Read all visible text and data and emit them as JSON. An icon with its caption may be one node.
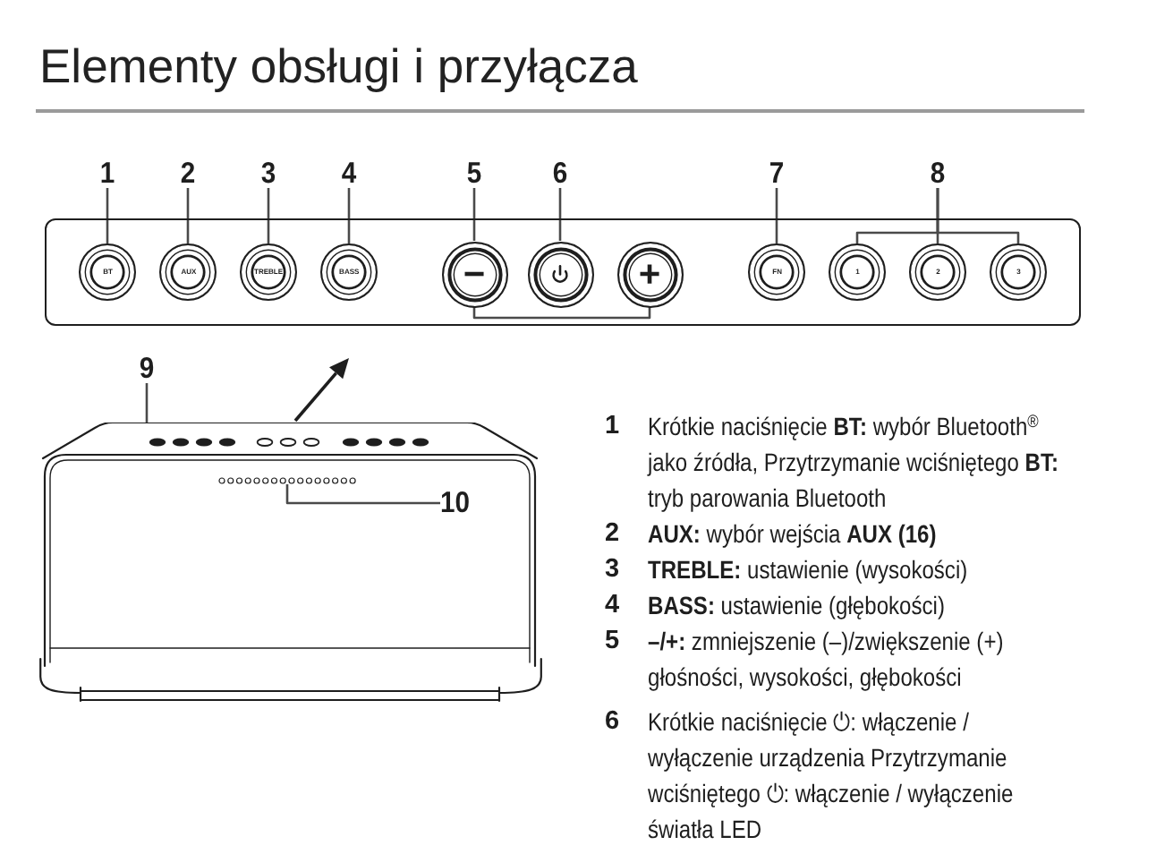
{
  "diagram": {
    "title": "Elementy obsługi i przyłącza",
    "nodes": [
      {
        "text": [
          "1"
        ]
      },
      {
        "text": [
          "2"
        ]
      },
      {
        "text": [
          "3"
        ]
      },
      {
        "text": [
          "4"
        ]
      },
      {
        "text": [
          "5"
        ]
      },
      {
        "text": [
          "6"
        ]
      },
      {
        "text": [
          "7"
        ]
      },
      {
        "text": [
          "8"
        ]
      },
      {
        "text": [
          "BT"
        ]
      },
      {
        "text": [
          "AUX"
        ]
      },
      {
        "text": [
          "TREBLE"
        ]
      },
      {
        "text": [
          "BASS"
        ]
      },
      {
        "text": [
          "−"
        ]
      },
      {
        "text": [],
        "shape": "circle"
      },
      {
        "text": [
          "+"
        ]
      },
      {
        "text": [
          "FN"
        ]
      },
      {
        "text": [
          "1"
        ]
      },
      {
        "text": [
          "2"
        ]
      },
      {
        "text": [
          "3"
        ]
      },
      {
        "text": [
          "9"
        ]
      },
      {
        "text": [],
        "shape": "picture"
      },
      {
        "text": [],
        "shape": "bar",
        "in": 20
      },
      {
        "text": [
          "10"
        ],
        "in": 20
      }
    ],
    "edges": [
      {
        "from": 0,
        "to": 8,
        "arrow": "none"
      },
      {
        "from": 1,
        "to": 9,
        "arrow": "none"
      },
      {
        "from": 2,
        "to": 10,
        "arrow": "none"
      },
      {
        "from": 3,
        "to": 11,
        "arrow": "none"
      },
      {
        "from": 4,
        "to": 12,
        "arrow": "none"
      },
      {
        "from": 5,
        "to": 13,
        "arrow": "none"
      },
      {
        "from": 12,
        "to": 14,
        "arrow": "none"
      },
      {
        "from": 6,
        "to": 15,
        "arrow": "none"
      },
      {
        "from": 7,
        "to": 16,
        "arrow": "none"
      },
      {
        "from": 7,
        "to": 17,
        "arrow": "none"
      },
      {
        "from": 7,
        "to": 18,
        "arrow": "none"
      },
      {
        "from": 19,
        "to": 20,
        "arrow": "none"
      },
      {
        "from": 22,
        "to": 21,
        "arrow": "none"
      }
    ],
    "labels": [
      "1",
      "Krótkie naciśnięcie **BT:** wybór Bluetooth$^{®}$ jako źródła, Przytrzymanie wciśniętego **BT:** tryb parowania Bluetooth",
      "2",
      "**AUX:** wybór wejścia **AUX (16)**",
      "3",
      "**TREBLE:** ustawienie (wysokości)",
      "4",
      "**BASS:** ustawienie (głębokości)",
      "5",
      "**–/+:** zmniejszenie (–)/zwiększenie (+) głośności, wysokości, głębokości",
      "6",
      "Krótkie naciśnięcie ⏻: włączenie / wyłączenie urządzenia Przytrzymanie wciśniętego ⏻: włączenie / wyłączenie światła LED"
    ]
  }
}
